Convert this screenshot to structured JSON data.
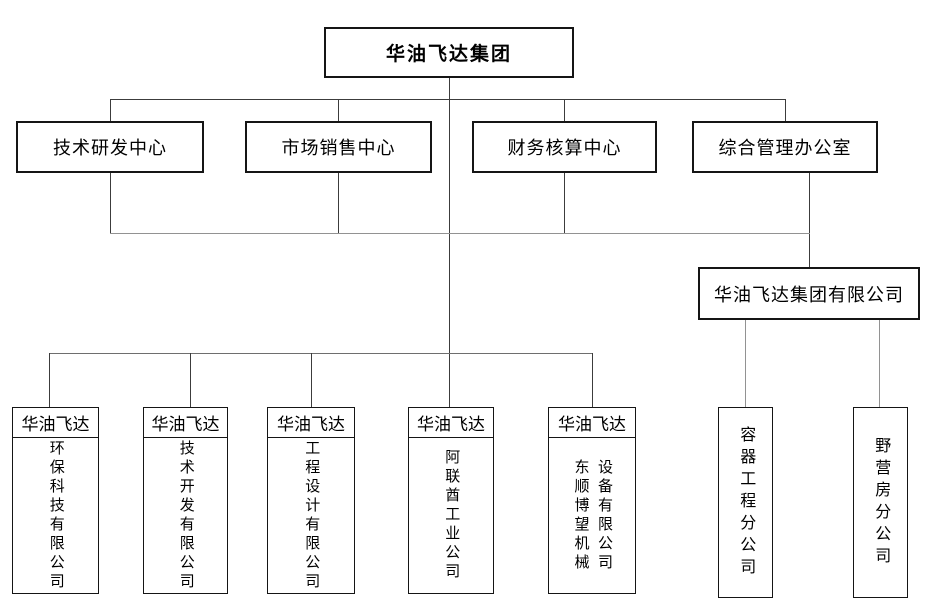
{
  "org": {
    "root": "华油飞达集团",
    "departments": [
      {
        "label": "技术研发中心"
      },
      {
        "label": "市场销售中心"
      },
      {
        "label": "财务核算中心"
      },
      {
        "label": "综合管理办公室"
      }
    ],
    "company": "华油飞达集团有限公司",
    "subsidiaries": [
      {
        "header": "华油飞达",
        "columns": [
          "环保科技有限公司"
        ]
      },
      {
        "header": "华油飞达",
        "columns": [
          "技术开发有限公司"
        ]
      },
      {
        "header": "华油飞达",
        "columns": [
          "工程设计有限公司"
        ]
      },
      {
        "header": "华油飞达",
        "columns": [
          "阿联酋工业公司"
        ]
      },
      {
        "header": "华油飞达",
        "columns": [
          "东顺博望机械",
          "设备有限公司"
        ]
      }
    ],
    "branches": [
      {
        "name": "容器工程分公司"
      },
      {
        "name": "野营房分公司"
      }
    ],
    "colors": {
      "background": "#ffffff",
      "box_border": "#151515",
      "connector": "#3c3c3c",
      "text": "#000000"
    }
  }
}
